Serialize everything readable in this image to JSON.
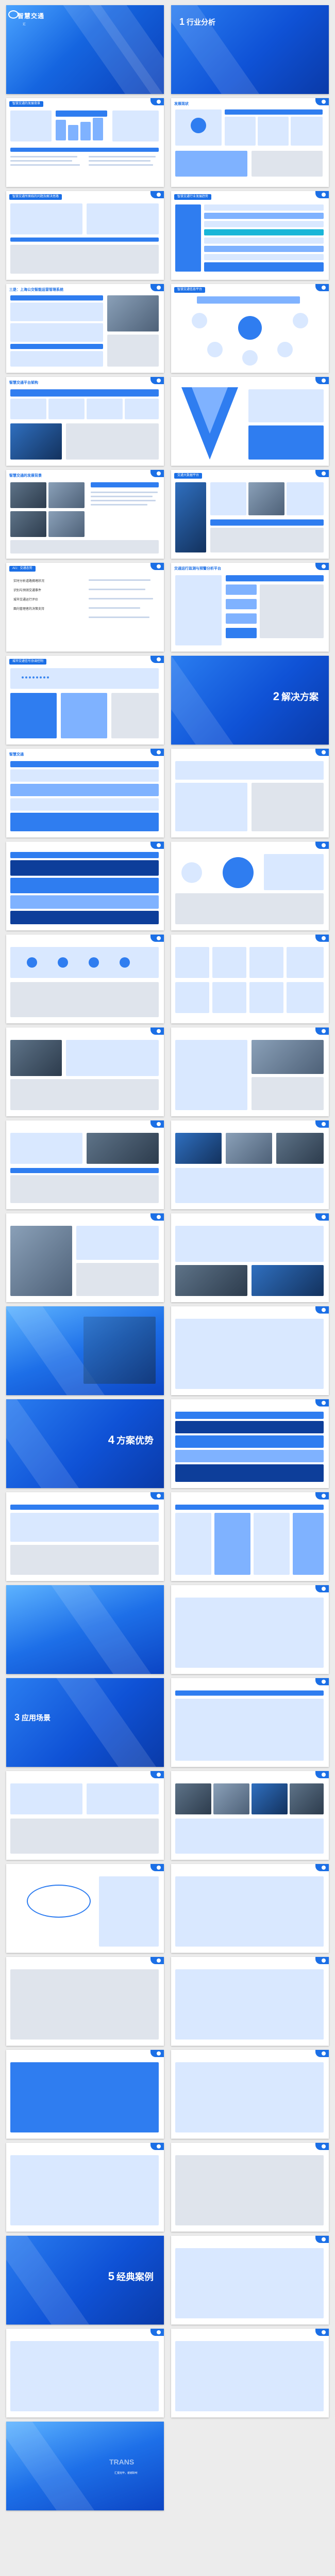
{
  "cover": {
    "title": "智慧交通",
    "subtitle": "汇"
  },
  "sections": [
    {
      "num": "1",
      "label": "行业分析"
    },
    {
      "num": "2",
      "label": "解决方案"
    },
    {
      "num": "4",
      "label": "方案优势"
    },
    {
      "num": "3",
      "label": "应用场景"
    },
    {
      "num": "5",
      "label": "经典案例"
    }
  ],
  "slide_titles": {
    "s3": "智慧交通的发展背景",
    "s4": "发展现状",
    "s5": "智慧交通所面临的问题及解决思路",
    "s6": "智慧交通行业发展趋势",
    "s7": "三是：上海公交智能运营管理系统",
    "s8": "智慧交通信息平台",
    "s9": "智慧交通平台架构",
    "s11": "智慧交通的发展背景",
    "s12": "交通大数据平台",
    "s13": "交通运行监测与预警分析平台",
    "s14": "Ai1：交通态势",
    "s15": "城市交通信号协调控制",
    "s17": "智慧交通"
  },
  "slide_text": {
    "s14_lines": [
      "实时分析道路拥堵状况",
      "识别与预测交通事件",
      "城市交通运行评价",
      "面向管理者的决策支持"
    ]
  },
  "colors": {
    "primary": "#1b6fe6",
    "primary_dark": "#0a3fb8",
    "accent_light": "#d9e8ff",
    "teal": "#19b6d8"
  },
  "outro": {
    "brand": "TRANS",
    "tagline": "汇报完毕，谢谢聆听"
  }
}
